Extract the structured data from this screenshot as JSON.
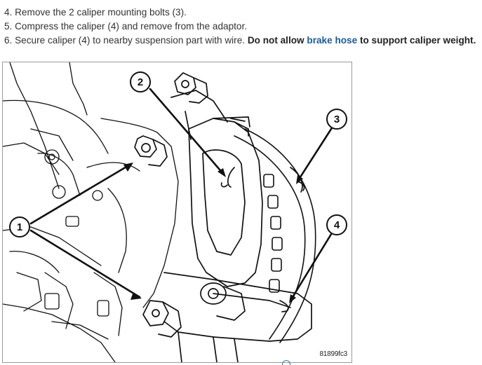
{
  "steps": [
    {
      "text": "4. Remove the 2 caliper mounting bolts (3)."
    },
    {
      "text": "5. Compress the caliper (4) and remove from the adaptor."
    },
    {
      "pre": "6. Secure caliper (4) to nearby suspension part with wire. ",
      "bold1": "Do not allow ",
      "link": "brake hose",
      "bold2": " to support caliper weight."
    }
  ],
  "figure": {
    "code": "81899fc3",
    "callouts": [
      "1",
      "2",
      "3",
      "4"
    ]
  }
}
